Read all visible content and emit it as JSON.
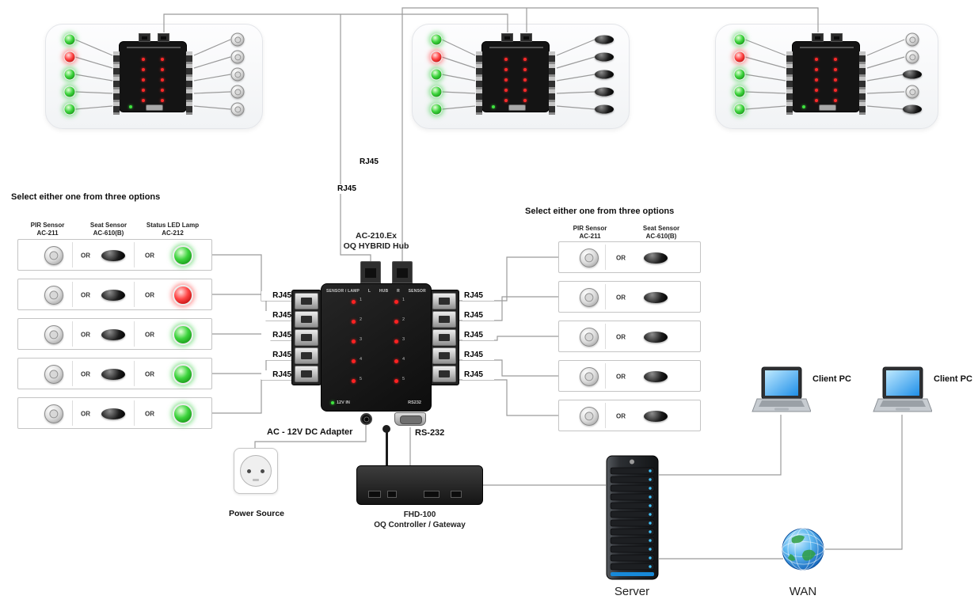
{
  "labels": {
    "rj45": "RJ45",
    "or": "OR"
  },
  "clusters": [
    {
      "leds": [
        "green",
        "red",
        "green",
        "green",
        "green"
      ],
      "sensors": [
        "dome",
        "dome",
        "dome",
        "dome",
        "dome"
      ]
    },
    {
      "leds": [
        "green",
        "red",
        "green",
        "green",
        "green"
      ],
      "sensors": [
        "oval",
        "oval",
        "oval",
        "oval",
        "oval"
      ]
    },
    {
      "leds": [
        "green",
        "red",
        "green",
        "green",
        "green"
      ],
      "sensors": [
        "dome",
        "dome",
        "oval",
        "dome",
        "oval"
      ]
    }
  ],
  "left_panel": {
    "title": "Select either one from three options",
    "col1_line1": "PIR Sensor",
    "col1_line2": "AC-211",
    "col2_line1": "Seat Sensor",
    "col2_line2": "AC-610(B)",
    "col3_line1": "Status LED Lamp",
    "col3_line2": "AC-212",
    "rows": [
      {
        "led": "green"
      },
      {
        "led": "red"
      },
      {
        "led": "green"
      },
      {
        "led": "green"
      },
      {
        "led": "green"
      }
    ]
  },
  "right_panel": {
    "title": "Select either one from three options",
    "col1_line1": "PIR Sensor",
    "col1_line2": "AC-211",
    "col2_line1": "Seat Sensor",
    "col2_line2": "AC-610(B)"
  },
  "hub": {
    "name_line1": "AC-210.Ex",
    "name_line2": "OQ HYBRID Hub",
    "panel_label_left": "SENSOR / LAMP",
    "panel_label_l": "L",
    "panel_label_hub": "HUB",
    "panel_label_r": "R",
    "panel_label_right": "SENSOR",
    "power_led_label": "12V IN",
    "serial_label": "RS232",
    "port_numbers": [
      "1",
      "2",
      "3",
      "4",
      "5"
    ]
  },
  "bottom": {
    "adapter_label": "AC - 12V DC Adapter",
    "rs232_label": "RS-232",
    "power_source_label": "Power Source",
    "controller_name": "FHD-100",
    "controller_desc": "OQ Controller / Gateway",
    "server_label": "Server",
    "wan_label": "WAN",
    "client_pc1_label": "Client PC",
    "client_pc2_label": "Client PC"
  }
}
